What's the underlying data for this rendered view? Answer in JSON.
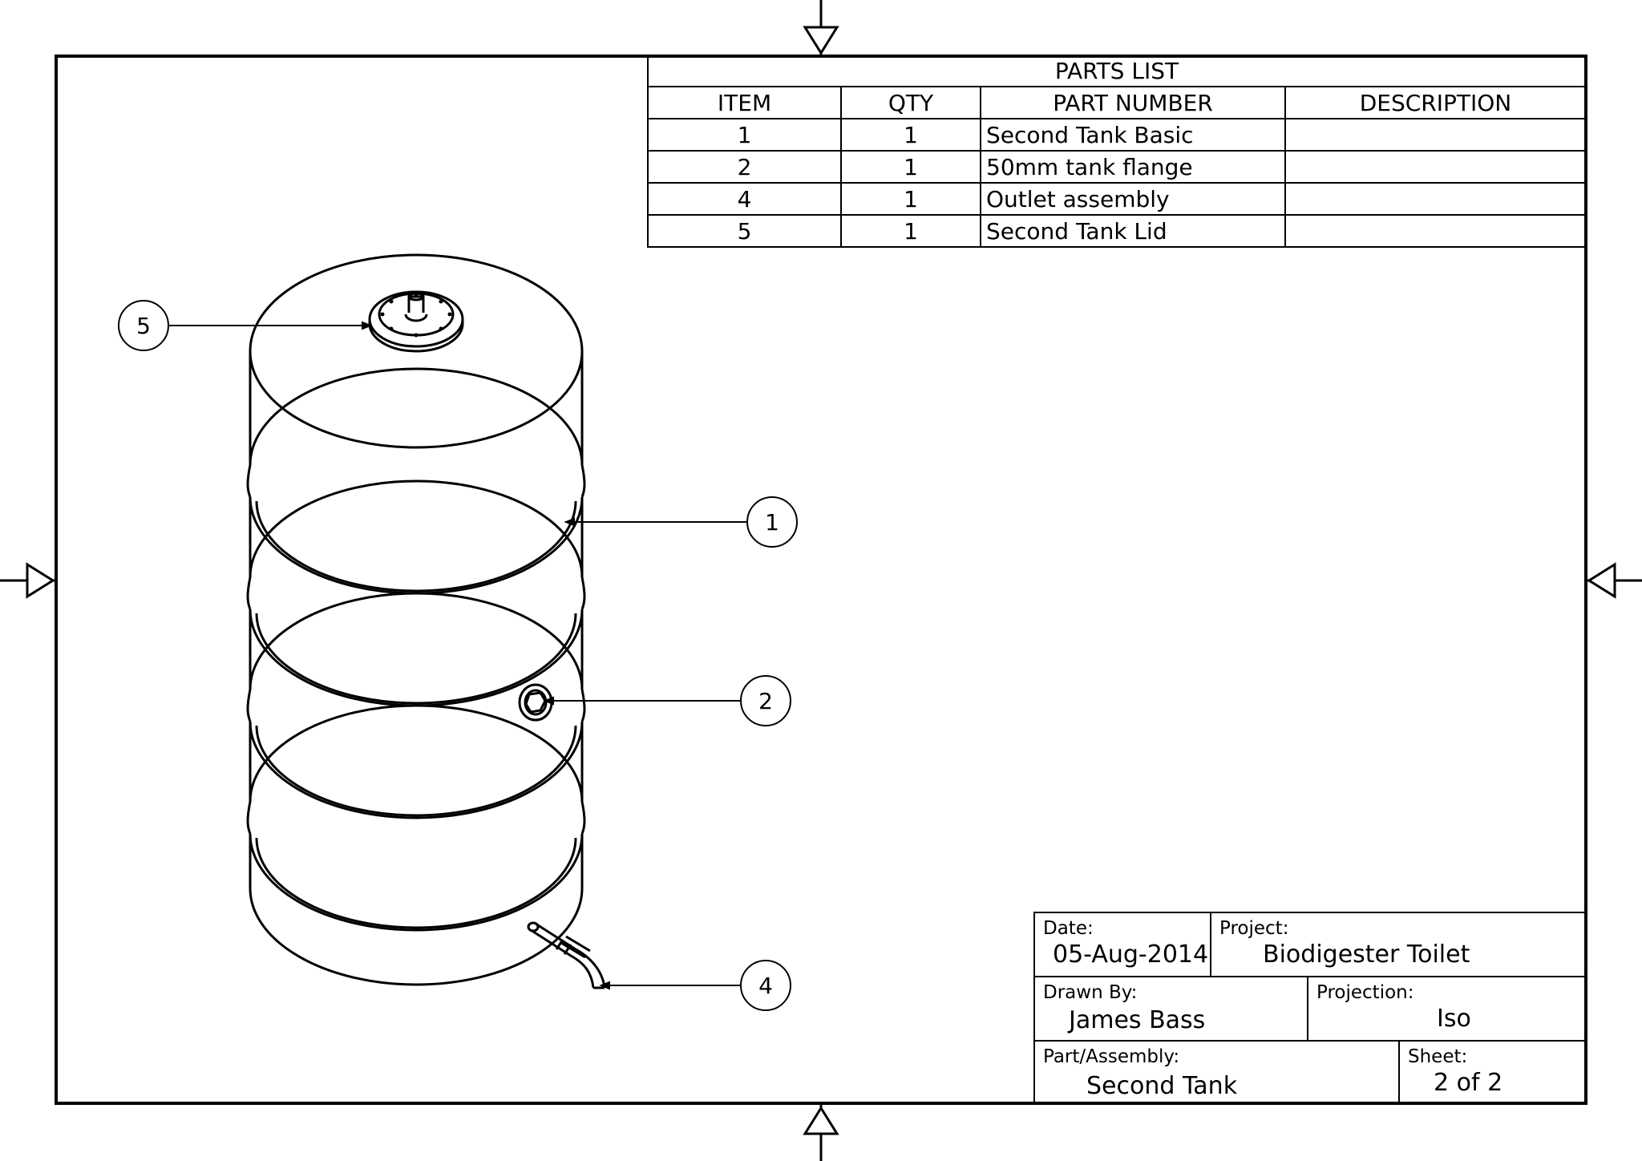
{
  "parts_list": {
    "title": "PARTS LIST",
    "headers": [
      "ITEM",
      "QTY",
      "PART NUMBER",
      "DESCRIPTION"
    ],
    "rows": [
      {
        "item": "1",
        "qty": "1",
        "part_number": "Second Tank Basic",
        "description": ""
      },
      {
        "item": "2",
        "qty": "1",
        "part_number": "50mm tank flange",
        "description": ""
      },
      {
        "item": "4",
        "qty": "1",
        "part_number": "Outlet assembly",
        "description": ""
      },
      {
        "item": "5",
        "qty": "1",
        "part_number": "Second Tank Lid",
        "description": ""
      }
    ]
  },
  "balloons": {
    "b5": "5",
    "b1": "1",
    "b2": "2",
    "b4": "4"
  },
  "title_block": {
    "date_label": "Date:",
    "date": "05-Aug-2014",
    "project_label": "Project:",
    "project": "Biodigester Toilet",
    "drawn_by_label": "Drawn By:",
    "drawn_by": "James Bass",
    "projection_label": "Projection:",
    "projection": "Iso",
    "part_label": "Part/Assembly:",
    "part": "Second Tank",
    "sheet_label": "Sheet:",
    "sheet": "2 of 2"
  }
}
